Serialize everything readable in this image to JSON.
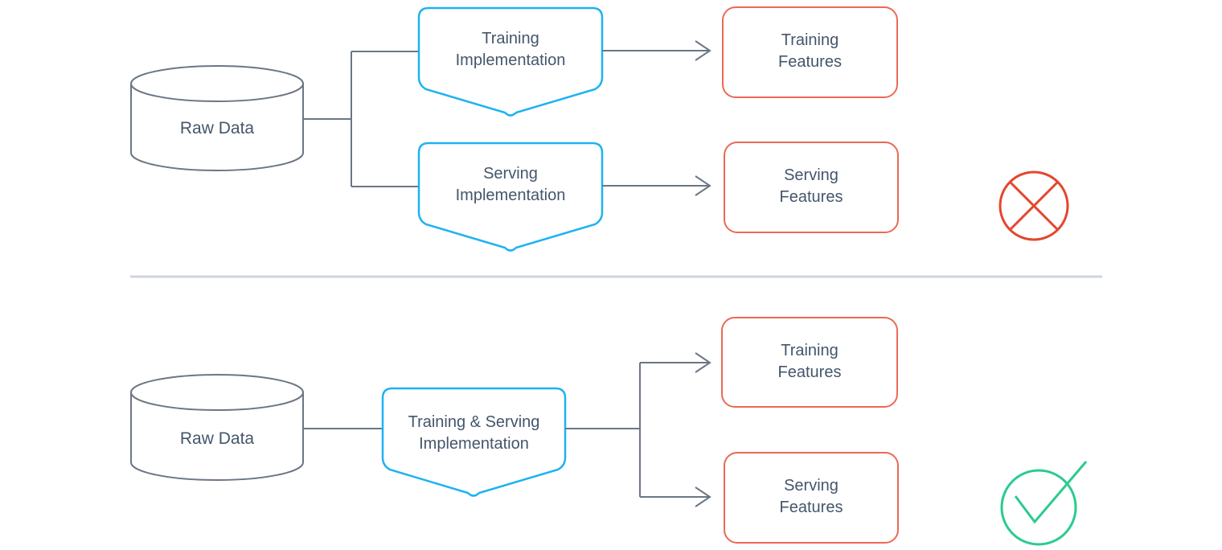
{
  "top_flow": {
    "source": "Raw Data",
    "processes": [
      {
        "label": "Training\nImplementation"
      },
      {
        "label": "Serving\nImplementation"
      }
    ],
    "outputs": [
      {
        "label": "Training\nFeatures"
      },
      {
        "label": "Serving\nFeatures"
      }
    ],
    "status_icon": "x-circle-icon"
  },
  "bottom_flow": {
    "source": "Raw Data",
    "processes": [
      {
        "label": "Training & Serving\nImplementation"
      }
    ],
    "outputs": [
      {
        "label": "Training\nFeatures"
      },
      {
        "label": "Serving\nFeatures"
      }
    ],
    "status_icon": "check-circle-icon"
  },
  "colors": {
    "process_stroke": "#1eb2f1",
    "output_stroke": "#eb6955",
    "connector": "#6b7685",
    "text": "#44566b",
    "error": "#e4462e",
    "success": "#2bcb8e",
    "divider": "#cfd4dd"
  }
}
